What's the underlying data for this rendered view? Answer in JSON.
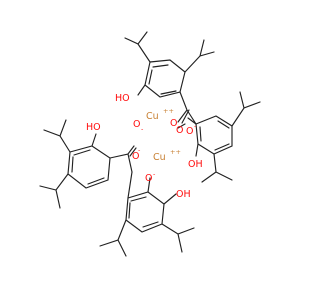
{
  "molecule": {
    "atoms": {
      "hydroxyl": "HO",
      "hydroxyl_right": "OH",
      "oxygen": "O",
      "copper": "Cu",
      "charge_plus": "++",
      "charge_minus": "-"
    },
    "colors": {
      "bond": "#222222",
      "oxygen": "#ff0d0d",
      "copper": "#c88033",
      "carbon": "#222222"
    }
  }
}
